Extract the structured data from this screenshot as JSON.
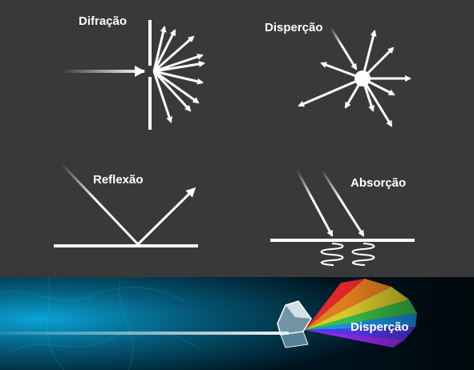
{
  "labels": {
    "diffraction": "Difração",
    "dispersion_top": "Disperção",
    "reflection": "Reflexão",
    "absorption": "Absorção",
    "dispersion_prism": "Disperção"
  },
  "colors": {
    "panel_background": "#393939",
    "line": "#ffffff",
    "prism_background_dark": "#00121c",
    "prism_background_glow": "#0aa3d6"
  },
  "icons": {
    "diffraction": "wave-slit-diffraction",
    "dispersion": "point-scatter",
    "reflection": "mirror-reflection",
    "absorption": "surface-absorption",
    "prism": "glass-prism-spectrum"
  }
}
